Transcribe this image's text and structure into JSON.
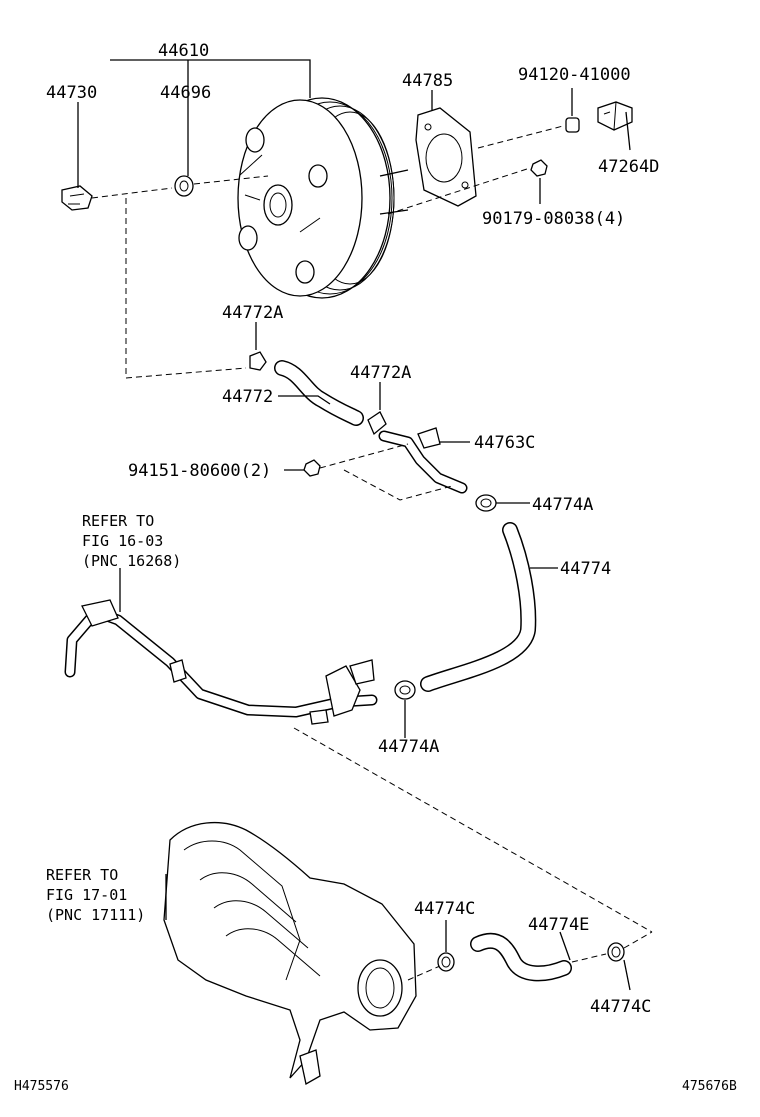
{
  "diagram": {
    "part_labels": {
      "p44610": "44610",
      "p44730": "44730",
      "p44696": "44696",
      "p44785": "44785",
      "p94120": "94120-41000",
      "p47264D": "47264D",
      "p90179": "90179-08038(4)",
      "p44772A_1": "44772A",
      "p44772A_2": "44772A",
      "p44772": "44772",
      "p44763C": "44763C",
      "p94151": "94151-80600(2)",
      "p44774A_1": "44774A",
      "p44774": "44774",
      "p44774A_2": "44774A",
      "p44774C_1": "44774C",
      "p44774E": "44774E",
      "p44774C_2": "44774C"
    },
    "notes": {
      "refer1": [
        "REFER TO",
        "FIG 16-03",
        "(PNC 16268)"
      ],
      "refer2": [
        "REFER TO",
        "FIG 17-01",
        "(PNC 17111)"
      ]
    },
    "footer": {
      "left": "H475576",
      "right": "475676B"
    }
  }
}
